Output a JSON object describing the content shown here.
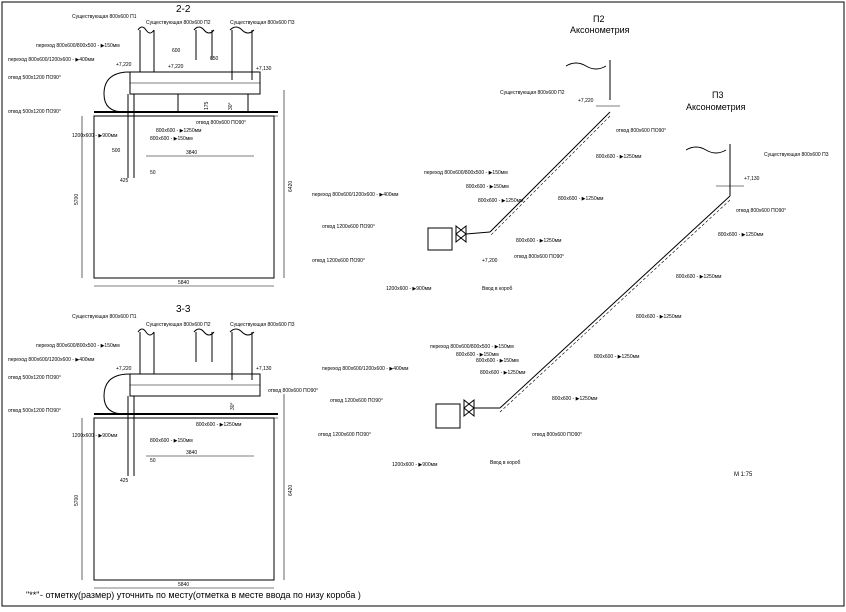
{
  "sections": {
    "s22": {
      "title": "2-2",
      "exist_p1": "Существующая 800х600 П1",
      "exist_p2": "Существующая 800х600 П2",
      "exist_p3": "Существующая 800х600 П3",
      "transition": "переход 800х600/800х500 - ▶150мм",
      "transition2": "переход 800х600/1200х600 - ▶400мм",
      "bend1": "отвод 500х1200 ПО90°",
      "bend2": "отвод 500х1200 ПО90°",
      "duct_1200": "1200х600 - ▶900мм",
      "dim_600": "600",
      "dim_650": "650",
      "lvl_7220a": "+7,220",
      "lvl_7220b": "+7,220",
      "lvl_7130": "+7,130",
      "v175": "175",
      "v30": "30°",
      "bend_mid": "отвод 800х600 ПО90°",
      "duct_1250": "800х600 - ▶1250мм",
      "duct_150": "800х600 - ▶150мм",
      "d3840": "3840",
      "d500": "500",
      "d425": "425",
      "d50": "50",
      "d5700": "5700",
      "d6420": "6420",
      "d5840": "5840"
    },
    "s33": {
      "title": "3-3",
      "exist_p1": "Существующая 800х600 П1",
      "exist_p2": "Существующая 800х600 П2",
      "exist_p3": "Существующая 800х600 П3",
      "transition": "переход 800х600/800х500 - ▶150мм",
      "transition2": "переход 800х600/1200х600 - ▶400мм",
      "bend1": "отвод 500х1200 ПО90°",
      "bend2": "отвод 500х1200 ПО90°",
      "bend_mid": "отвод 800х600 ПО90°",
      "duct_1200": "1200х600 - ▶900мм",
      "duct_1250": "800х600 - ▶1250мм",
      "duct_150": "800х600 - ▶150мм",
      "lvl_7220a": "+7,220",
      "lvl_7130": "+7,130",
      "d3840": "3840",
      "d425": "425",
      "d50": "50",
      "d5700": "5700",
      "d6420": "6420",
      "d5840": "5840",
      "v30": "30°"
    }
  },
  "axo_p2": {
    "title_a": "П2",
    "title_b": "Аксонометрия",
    "exist": "Существующая 800х600 П2",
    "lvl_top": "+7,220",
    "lvl_low": "+7,200",
    "bend_top": "отвод 800х600 ПО90°",
    "seg1": "800х600 - ▶1250мм",
    "seg2": "800х600 - ▶1250мм",
    "seg3": "800х600 - ▶1250мм",
    "seg4": "800х600 - ▶1250мм",
    "seg5": "800х600 - ▶150мм",
    "trans1": "переход 800х600/800х500 - ▶150мм",
    "trans2": "переход 800х600/1200х600 - ▶400мм",
    "bend_a": "отвод 1200х600 ПО90°",
    "bend_b": "отвод 1200х600 ПО90°",
    "bend_c": "отвод 800х600 ПО90°",
    "duct": "1200х600 - ▶900мм",
    "inlet": "Ввод в короб"
  },
  "axo_p3": {
    "title_a": "П3",
    "title_b": "Аксонометрия",
    "exist": "Существующая 800х600 П3",
    "lvl_top": "+7,130",
    "bend_top": "отвод 800х600 ПО90°",
    "seg1": "800х600 - ▶1250мм",
    "seg2": "800х600 - ▶1250мм",
    "seg3": "800х600 - ▶1250мм",
    "seg4": "800х600 - ▶1250мм",
    "seg5": "800х600 - ▶1250мм",
    "seg6": "800х600 - ▶1250мм",
    "seg7": "800х600 - ▶150мм",
    "seg8": "800х600 - ▶150мм",
    "trans1": "переход 800х600/800х500 - ▶150мм",
    "trans2": "переход 800х600/1200х600 - ▶400мм",
    "bend_a": "отвод 1200х600 ПО90°",
    "bend_b": "отвод 1200х600 ПО90°",
    "bend_c": "отвод 800х600 ПО90°",
    "duct": "1200х600 - ▶900мм",
    "inlet": "Ввод в короб"
  },
  "scale": "М 1:75",
  "footnote_mark": "\"**\"",
  "footnote": " - отметку(размер) уточнить по месту(отметка в месте ввода по низу короба )"
}
